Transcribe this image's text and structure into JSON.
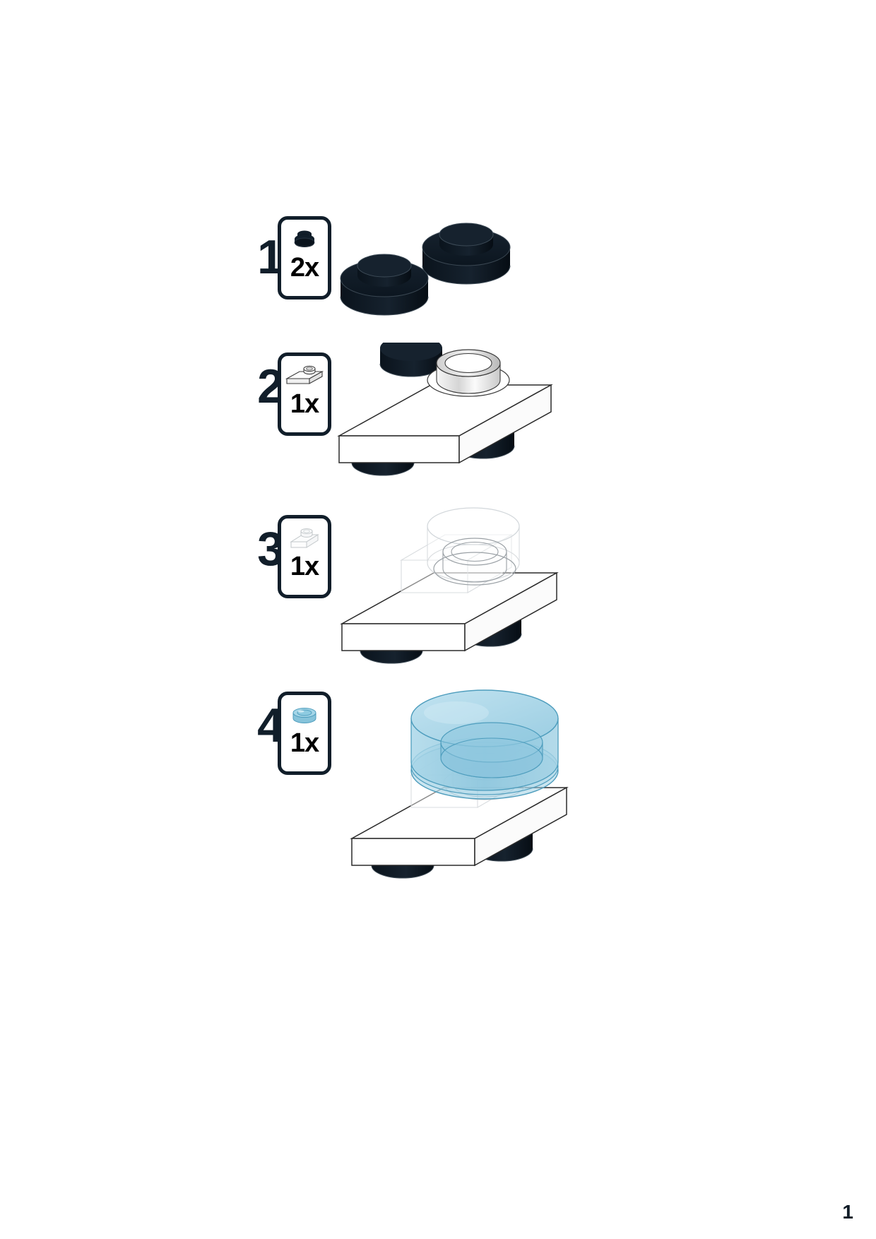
{
  "document": {
    "type": "lego-building-instructions",
    "page_number": "1",
    "background_color": "#ffffff"
  },
  "colors": {
    "black_brick": "#111e2a",
    "black_brick_shade": "#0a131c",
    "white_brick": "#ffffff",
    "white_brick_line": "#3a3a3a",
    "clear_brick_line": "#cfd3d6",
    "trans_blue_fill": "#9fd0e3",
    "trans_blue_line": "#5ba8c6",
    "stud_gray": "#bfc3c6",
    "outline": "#111e2a"
  },
  "steps": [
    {
      "number": "1",
      "count": "2x",
      "part_icon": "round-brick-black-icon",
      "part_description": "black round brick 2x2",
      "assembly_description": "two black 2x2 round bricks side by side"
    },
    {
      "number": "2",
      "count": "1x",
      "part_icon": "plate-white-icon",
      "part_description": "white plate 1x2 with round stud",
      "assembly_description": "white 1x2 plate placed on top of the two black round bricks"
    },
    {
      "number": "3",
      "count": "1x",
      "part_icon": "brick-clear-icon",
      "part_description": "transparent clear brick 1x1 round",
      "assembly_description": "transparent clear round brick added on the white plate stud"
    },
    {
      "number": "4",
      "count": "1x",
      "part_icon": "round-plate-transblue-icon",
      "part_description": "transparent light blue round plate",
      "assembly_description": "transparent light blue round plate placed over the clear brick"
    }
  ]
}
